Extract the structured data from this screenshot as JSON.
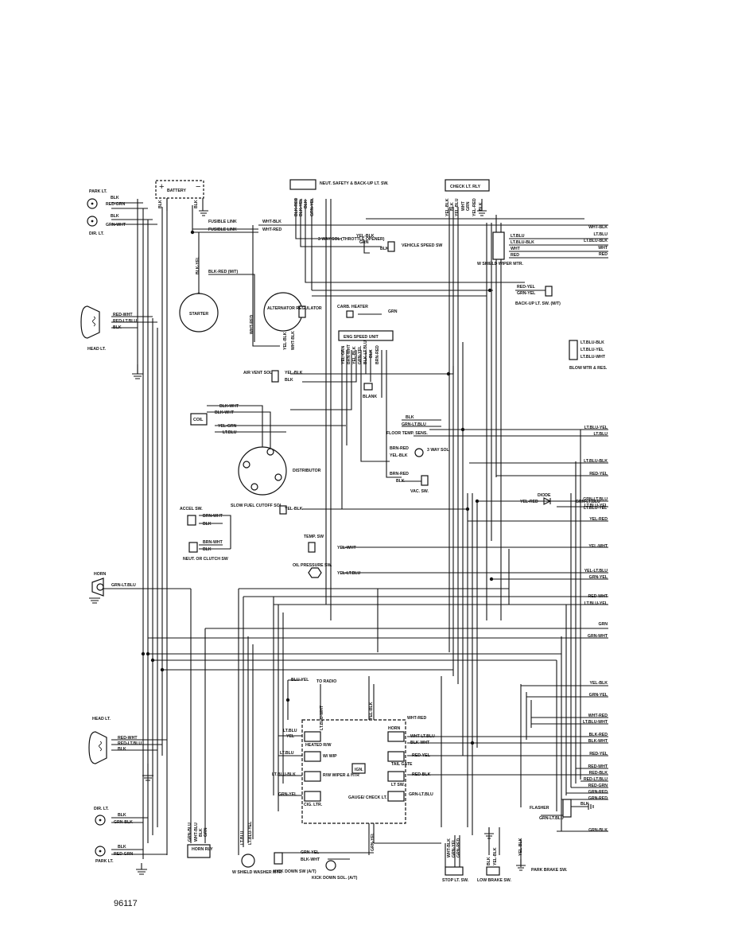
{
  "figure_number": "96117",
  "components": {
    "battery": "BATTERY",
    "neutral_safety": "NEUT. SAFETY & BACK-UP LT. SW.",
    "check_lt_rly": "CHECK LT. RLY",
    "park_lt_top": "PARK LT.",
    "dir_lt_top": "DIR. LT.",
    "head_lt_top": "HEAD LT.",
    "horn": "HORN",
    "head_lt_bottom": "HEAD LT.",
    "dir_lt_bottom": "DIR. LT.",
    "park_lt_bottom": "PARK LT.",
    "fusible_link_1": "FUSIBLE LINK",
    "fusible_link_2": "FUSIBLE LINK",
    "starter": "STARTER",
    "alternator": "ALTERNATOR REGULATOR",
    "three_way_sol_throttle": "3 WAY SOL (THROTTLE OPENER)",
    "vehicle_speed_sw": "VEHICLE SPEED SW",
    "shield_wiper_mtr": "W SHIELD WIPER MTR.",
    "back_up_lt_sw": "BACK-UP LT. SW. (M/T)",
    "carb_heater": "CARB. HEATER",
    "speed_unit": "ENG SPEED UNIT",
    "blow_mtr": "BLOW MTR & RES.",
    "air_vent_sol": "AIR VENT SOL.",
    "blank": "BLANK",
    "coil": "COIL",
    "distributor": "DISTRIBUTOR",
    "floor_temp_sens": "FLOOR TEMP. SENS.",
    "three_way_sol": "3 WAY SOL",
    "vac_sw": "VAC. SW.",
    "diode": "DIODE",
    "accel_sw": "ACCEL SW.",
    "slow_fuel_cutoff": "SLOW FUEL CUTOFF SOL.",
    "neut_clutch_sw": "NEUT. OR CLUTCH SW",
    "temp_sw": "TEMP. SW",
    "oil_pressure_sw": "OIL PRESSURE SW.",
    "to_radio": "TO RADIO",
    "heated_rw": "HEATED R/W",
    "w_wip": "W/ WIP",
    "rw_wiper_htr": "R/W WIPER & HTR",
    "cig_ltr": "CIG. LTR.",
    "ign": "IGN.",
    "gauge_check_lt": "GAUGE/ CHECK LT.",
    "horn_fuse": "HORN",
    "tail_gate": "TAIL GATE",
    "lt_sw": "LT SW.",
    "horn_rly": "HORN RLY",
    "w_shield_washer_mtr": "W SHIELD WASHER MTR",
    "kick_down_sw": "KICK DOWN SW (A/T)",
    "kick_down_sol": "KICK DOWN SOL. (A/T)",
    "stop_lt_sw": "STOP LT. SW.",
    "low_brake_sw": "LOW BRAKE SW.",
    "park_brake_sw": "PARK BRAKE SW.",
    "flasher": "FLASHER"
  },
  "wire_labels": {
    "left_top": [
      "BLK",
      "RED-GRN",
      "BLK",
      "GRN-WHT"
    ],
    "head_top": [
      "RED-WHT",
      "RED-LT.BLU",
      "BLK"
    ],
    "horn_wire": "GRN-LT.BLU",
    "head_bottom": [
      "RED-WHT",
      "RED-LT.BLU",
      "BLK"
    ],
    "dir_bottom": [
      "BLK",
      "GRN-BLK"
    ],
    "park_bottom": [
      "BLK",
      "RED-GRN"
    ],
    "battery_terms": [
      "BLK",
      "BLK"
    ],
    "neutral_safety_wires": [
      "BLK-RED",
      "BLK-YEL",
      "BLK",
      "GRN-YEL"
    ],
    "check_lt_wires": [
      "YEL-BLK",
      "BLK",
      "YEL-BLU",
      "WHT",
      "GRN",
      "YEL-RED",
      "BLK"
    ],
    "fusible": [
      "WHT-BLK",
      "WHT-RED"
    ],
    "starter_feed": [
      "BLK-YEL",
      "BLK-RED (M/T)"
    ],
    "three_way_throttle": [
      "YEL-BLK",
      "GRN",
      "BLK"
    ],
    "alternator_wires": [
      "WHT-RED",
      "YEL-BLK",
      "WHT-BLK"
    ],
    "wiper_mtr": [
      "LT.BLU",
      "LT.BLU-BLK",
      "WHT",
      "RED"
    ],
    "backup_wires": [
      "RED-YEL",
      "GRN-YEL"
    ],
    "carb_heater": "GRN",
    "speed_unit_pins": [
      "YEL-GRN",
      "BRN-WHT",
      "YEL-BLK",
      "GRN-YEL",
      "BLK-LT.BLU",
      "BLK",
      "BRN-RED"
    ],
    "blow_mtr": [
      "LT.BLU-BLK",
      "LT.BLU-YEL",
      "LT.BLU-WHT"
    ],
    "air_vent": [
      "YEL-BLK",
      "BLK"
    ],
    "coil": [
      "BLK-WHT",
      "BLK-WHT",
      "YEL-GRN",
      "LT.BLU"
    ],
    "floor_temp": [
      "BLK",
      "GRN-LT.BLU"
    ],
    "three_way_sol": [
      "BRN-RED",
      "YEL-BLK"
    ],
    "vac_sw": [
      "BRN-RED",
      "BLK"
    ],
    "diode_wires": [
      "YEL-RED",
      "GRN-LT.BLU",
      "LT.BLU-YEL"
    ],
    "accel": [
      "BRN-WHT",
      "BLK"
    ],
    "slow_fuel": "YEL-BLK",
    "neut_clutch": [
      "BRN-WHT",
      "BLK"
    ],
    "temp_sw": "YEL-WHT",
    "oil_sw": "YEL-LT.BLU",
    "radio": "BLU-YEL",
    "fuse_left": [
      "LT.BLU",
      "YEL",
      "LT.BLU",
      "LT.BLU-BLK",
      "GRN-YEL"
    ],
    "fuse_right": [
      "WHT-RED",
      "WHT-LT.BLU",
      "BLK-WHT",
      "RED-YEL",
      "RED-BLK",
      "GRN-LT.BLU"
    ],
    "fuse_vertical": [
      "LT.BLU-WHT",
      "YEL-BLK",
      "GRN-YEL"
    ],
    "horn_rly_wires": [
      "GRN-BLU",
      "WHT-BLU",
      "BLK",
      "GRN"
    ],
    "washer": [
      "LT.BLU",
      "LT.BLU-YEL"
    ],
    "kick_down": [
      "GRN-YEL",
      "BLK-WHT"
    ],
    "stop_lt": [
      "WHT-BLK",
      "GRN-YEL",
      "GRN-RED"
    ],
    "brake": [
      "BLK",
      "YEL-BLK",
      "YEL-BLK"
    ],
    "flasher_wires": [
      "BLK",
      "GRN-LT.BLU"
    ],
    "right_edge": [
      "WHT-BLK",
      "LT.BLU",
      "LT.BLU-BLK",
      "WHT",
      "RED",
      "LT.BLU-YEL",
      "LT.BLU",
      "LT.BLU-BLK",
      "RED-YEL",
      "GRN-LT.BLU",
      "LT.BLU-YEL",
      "YEL-RED",
      "YEL-WHT",
      "YEL-LT.BLU",
      "GRN-YEL",
      "RED-WHT",
      "LT.BLU-YEL",
      "GRN",
      "GRN-WHT",
      "YEL-BLK",
      "GRN-YEL",
      "WHT-RED",
      "LT.BLU-WHT",
      "BLK-RED",
      "BLK-WHT",
      "RED-YEL",
      "RED-WHT",
      "RED-BLK",
      "RED-LT.BLU",
      "RED-GRN",
      "GRN-RED",
      "GRN-RED",
      "GRN-BLK"
    ]
  }
}
